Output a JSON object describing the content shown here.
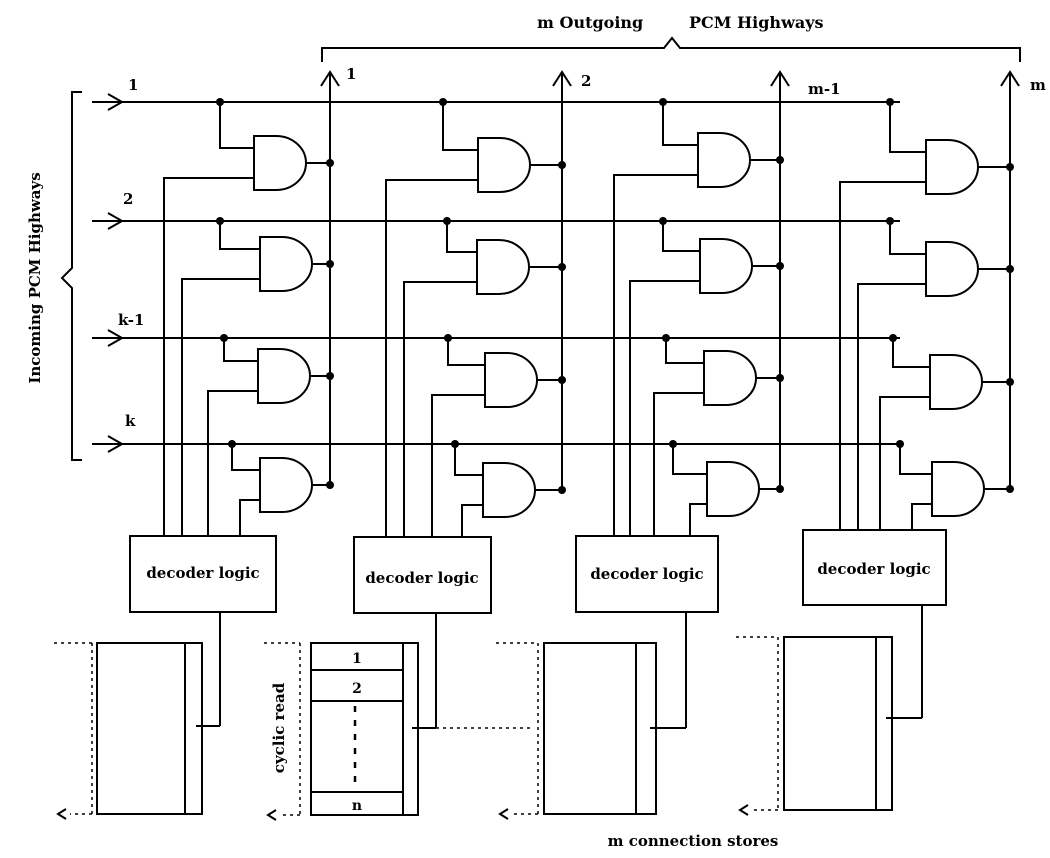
{
  "header": {
    "outgoing_title_m": "m Outgoing",
    "outgoing_title_rest": "PCM Highways"
  },
  "incoming": {
    "title": "Incoming PCM Highways",
    "lines": [
      "1",
      "2",
      "k-1",
      "k"
    ]
  },
  "outgoing": {
    "lines": [
      "1",
      "2",
      "m-1",
      "m"
    ]
  },
  "decoders": [
    "decoder logic",
    "decoder logic",
    "decoder logic",
    "decoder logic"
  ],
  "store": {
    "cells": [
      "1",
      "2",
      "n"
    ],
    "cyclic_label": "cyclic read",
    "caption": "m connection stores"
  },
  "colors": {
    "ink": "#000000",
    "background": "#ffffff"
  }
}
